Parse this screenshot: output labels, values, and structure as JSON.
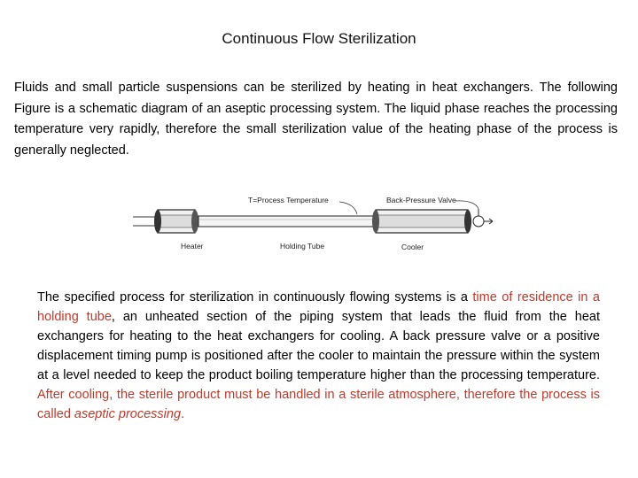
{
  "page": {
    "title": "Continuous Flow Sterilization"
  },
  "intro": {
    "text": "Fluids and small particle suspensions can be sterilized by heating in heat exchangers.  The following Figure is a schematic diagram of an aseptic processing system. The liquid phase reaches the processing temperature very rapidly, therefore the small sterilization value of the heating phase of the process is generally neglected."
  },
  "diagram": {
    "label_temperature": "T=Process Temperature",
    "label_valve": "Back-Pressure Valve",
    "label_heater": "Heater",
    "label_holding": "Holding Tube",
    "label_cooler": "Cooler"
  },
  "body": {
    "seg1": "The specified process for sterilization in continuously flowing systems is a ",
    "seg2": "time of residence in a holding tube",
    "seg3": ", an unheated section of the piping system that leads the fluid from the heat exchangers for heating to the heat exchangers for cooling. A back pressure valve or a positive displacement timing pump is positioned after the cooler to maintain the pressure within the system at a level needed to keep the product boiling temperature higher than the processing temperature. ",
    "seg4": "After cooling, the sterile product must be handled in a sterile atmosphere, therefore the process is called ",
    "seg5": "aseptic processing",
    "seg6": "."
  },
  "colors": {
    "highlight": "#c0392b",
    "text": "#000000"
  }
}
